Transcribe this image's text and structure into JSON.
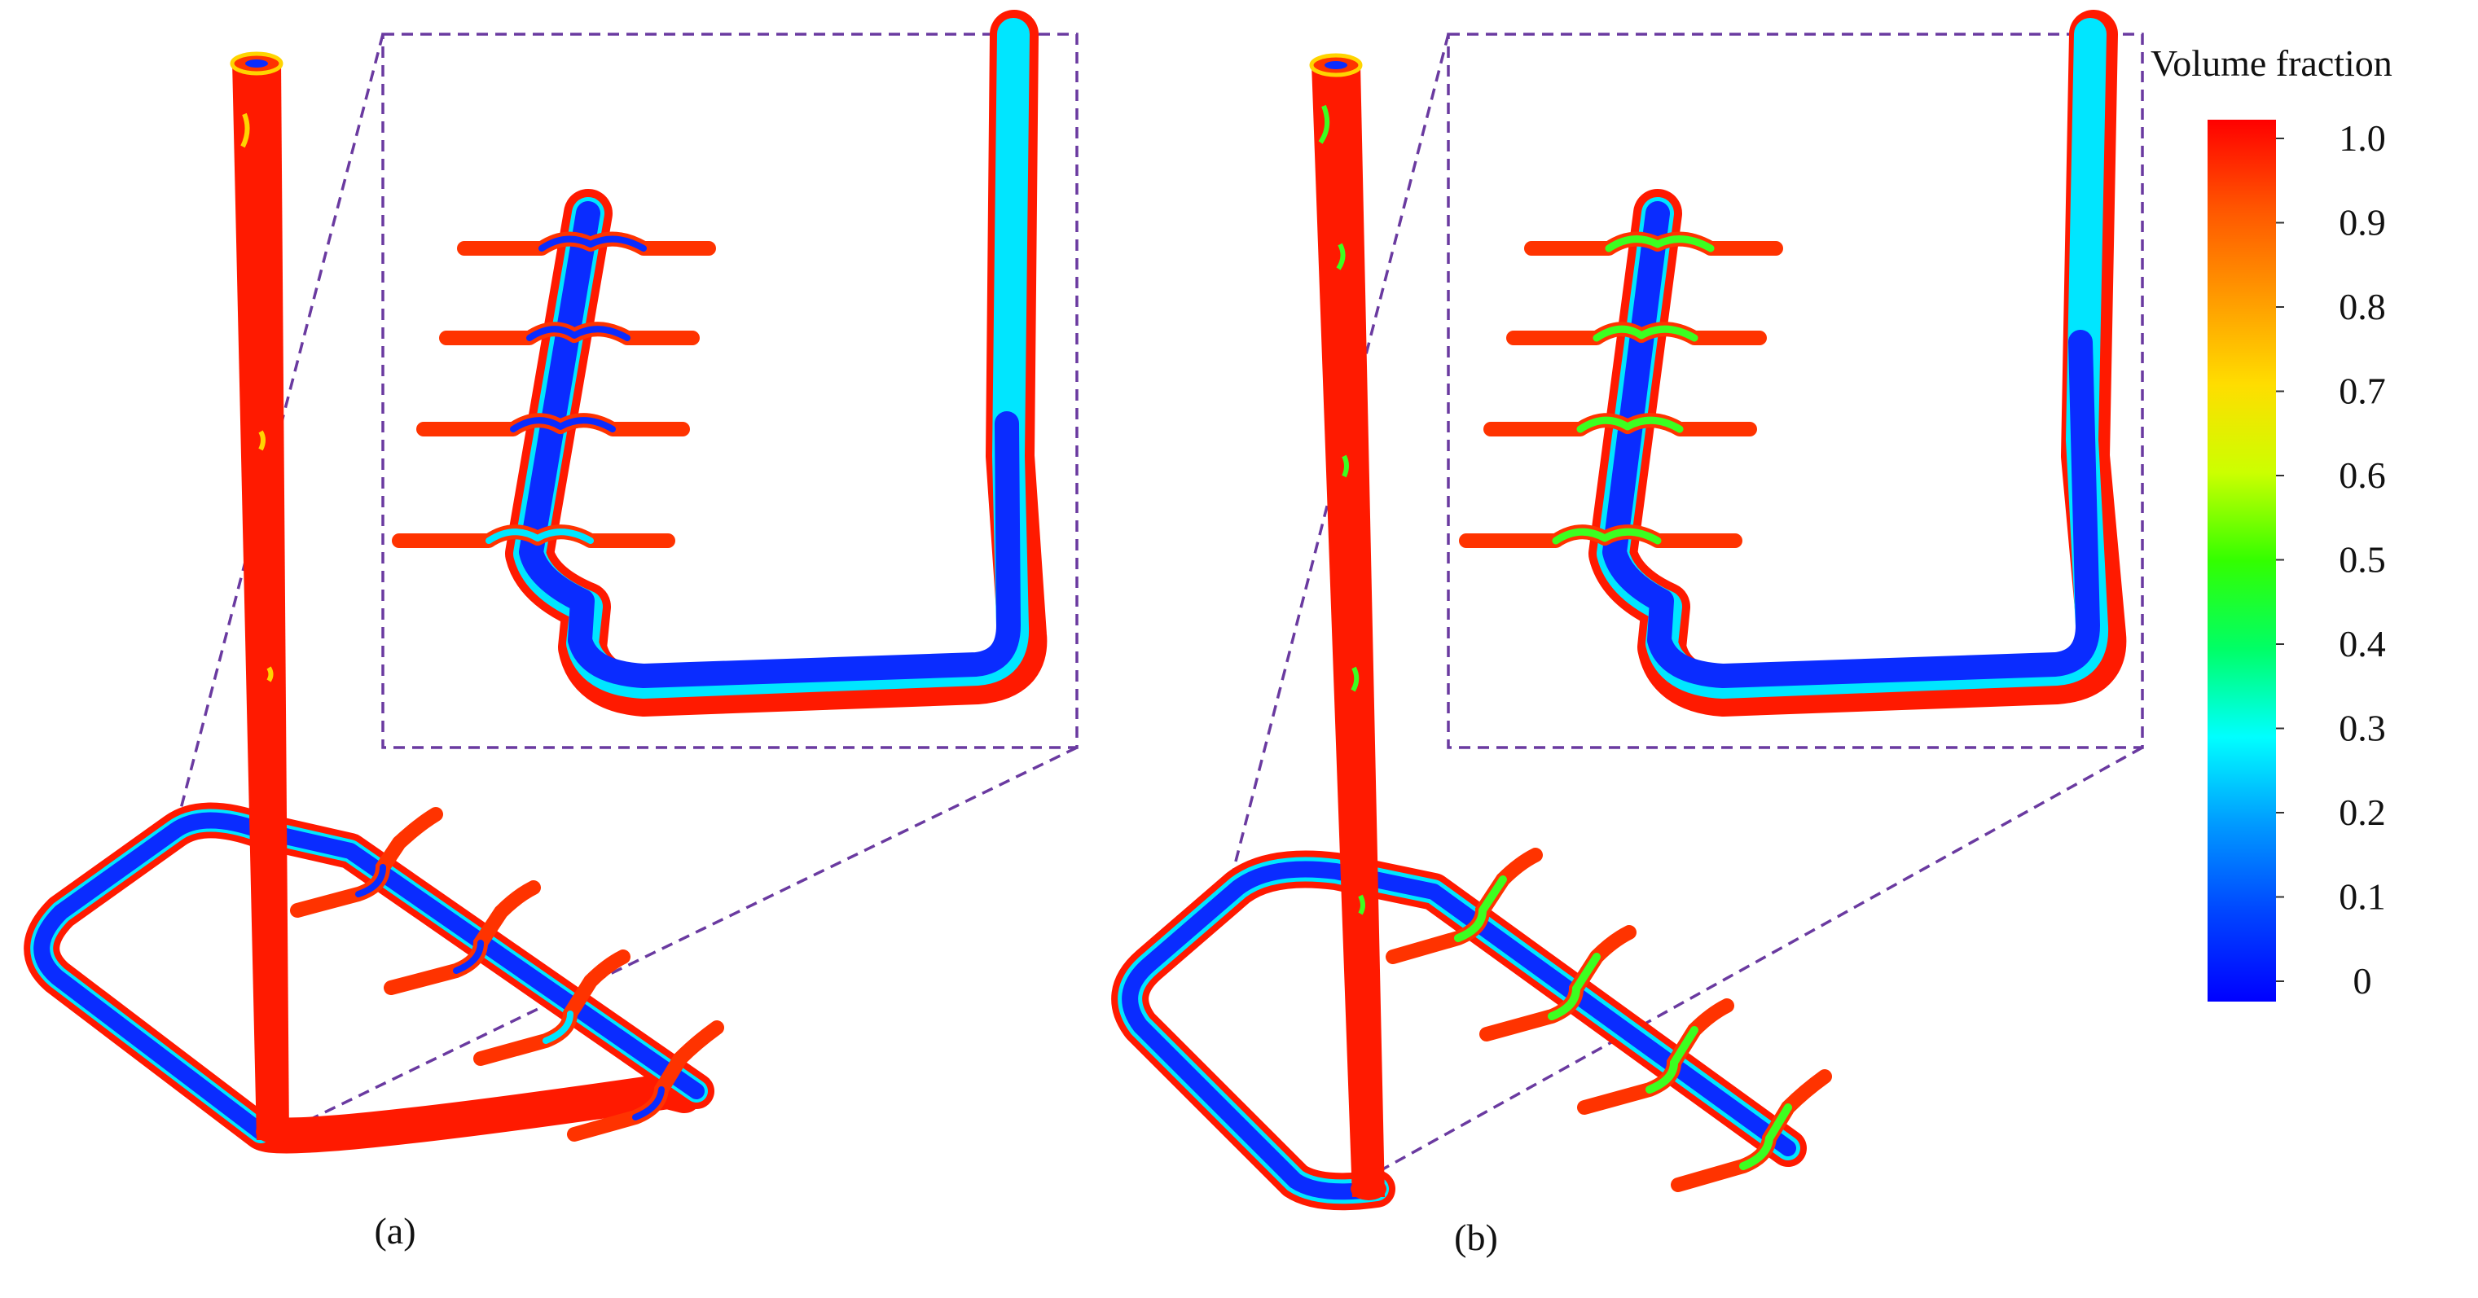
{
  "panels": [
    {
      "label": "(a)"
    },
    {
      "label": "(b)"
    }
  ],
  "colorbar": {
    "title": "Volume fraction",
    "ticks": [
      "1.0",
      "0.9",
      "0.8",
      "0.7",
      "0.6",
      "0.5",
      "0.4",
      "0.3",
      "0.2",
      "0.1",
      "0"
    ],
    "stops": [
      "#ff0000",
      "#ff5500",
      "#ff9900",
      "#ffdd00",
      "#ccff00",
      "#33ff00",
      "#00ff66",
      "#00ffff",
      "#0099ff",
      "#0044ff",
      "#0000ff"
    ]
  },
  "colors": {
    "liquid": "#ff1a00",
    "gas": "#0a2cff",
    "interface": "#00e6ff",
    "mixed": "#3cff20",
    "leader": "#6a3aa0"
  }
}
